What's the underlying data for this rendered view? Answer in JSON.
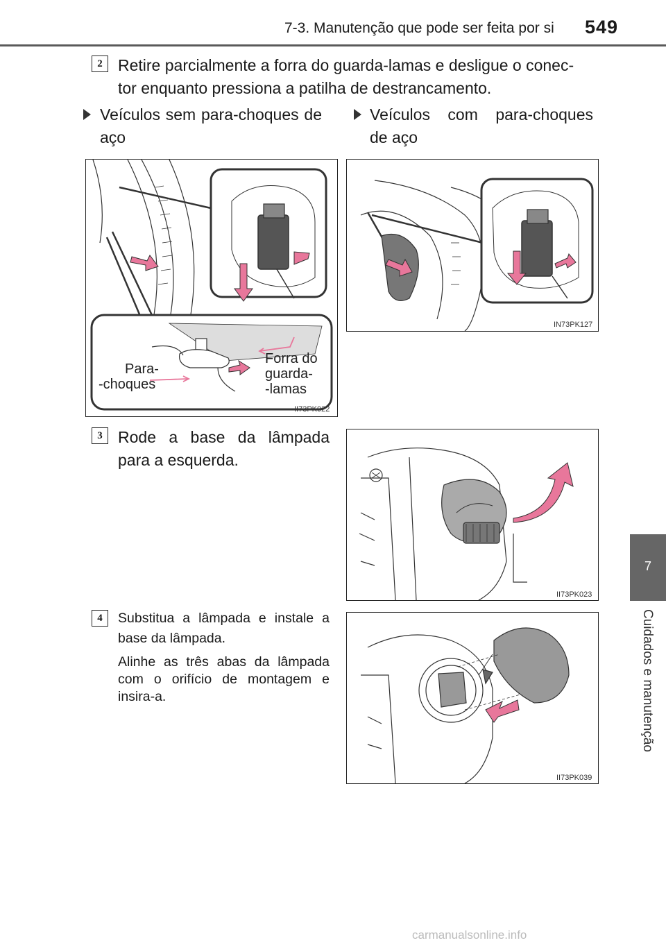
{
  "header": {
    "title": "7-3. Manutenção que pode ser feita por si",
    "page_number": "549"
  },
  "side_tab": {
    "chapter_number": "7",
    "chapter_label": "Cuidados e manutenção"
  },
  "step2": {
    "number": "2",
    "text_line1": "Retire parcialmente a forra do guarda-lamas e desligue o conec-",
    "text_line2": "tor enquanto pressiona a patilha de destrancamento.",
    "left_heading_line1": "Veículos sem para-choques de",
    "left_heading_line2": "aço",
    "right_heading_line1": "Veículos com para-choques",
    "right_heading_line2": "de aço",
    "fig_left": {
      "code": "II73PK022",
      "label_bumper_1": "Para-",
      "label_bumper_2": "-choques",
      "label_liner_1": "Forra do",
      "label_liner_2": "guarda-",
      "label_liner_3": "-lamas"
    },
    "fig_right": {
      "code": "IN73PK127"
    }
  },
  "step3": {
    "number": "3",
    "text_line1": "Rode a base da lâmpada",
    "text_line2": "para a esquerda.",
    "fig": {
      "code": "II73PK023"
    }
  },
  "step4": {
    "number": "4",
    "text_line1": "Substitua a lâmpada e instale a",
    "text_line2": "base da lâmpada.",
    "note_line1": "Alinhe as três abas da lâmpada",
    "note_line2": "com o orifício de montagem e",
    "note_line3": "insira-a.",
    "fig": {
      "code": "II73PK039"
    }
  },
  "footer": {
    "watermark": "carmanualsonline.info"
  },
  "colors": {
    "arrow_pink": "#e8779b",
    "tab_gray": "#666666",
    "rule_gray": "#5a5a5a"
  }
}
